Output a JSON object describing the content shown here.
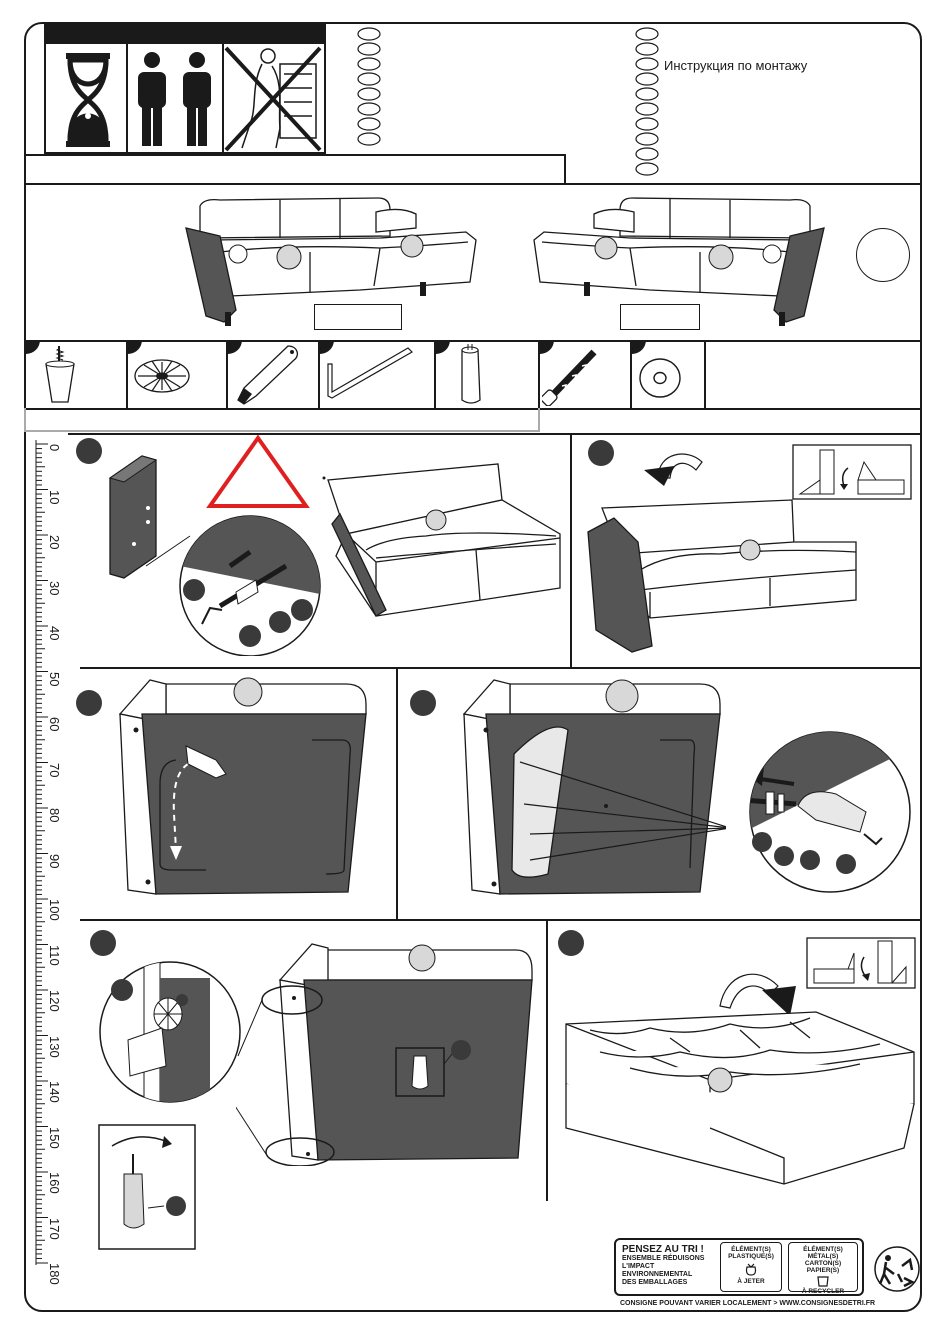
{
  "header": {
    "title_ru": "Инструкция по монтажу"
  },
  "ruler": {
    "labels": [
      "0",
      "10",
      "20",
      "30",
      "40",
      "50",
      "60",
      "70",
      "80",
      "90",
      "100",
      "110",
      "120",
      "130",
      "140",
      "150",
      "160",
      "170",
      "180"
    ]
  },
  "recycling": {
    "title": "PENSEZ AU TRI !",
    "subtitle_lines": [
      "ENSEMBLE RÉDUISONS",
      "L'IMPACT ENVIRONNEMENTAL",
      "DES EMBALLAGES"
    ],
    "col1_title": "ÉLÉMENT(S) PLASTIQUE(S)",
    "col1_action": "À JETER",
    "col2_title": "ÉLÉMENT(S) MÉTAL(S) CARTON(S) PAPIER(S)",
    "col2_action": "À RECYCLER",
    "footer": "CONSIGNE POUVANT VARIER LOCALEMENT > WWW.CONSIGNESDETRI.FR"
  },
  "colors": {
    "fabric_dark": "#555555",
    "warning_red": "#e02020",
    "part_gray": "#d8d8d8"
  },
  "icons": [
    "hourglass-icon",
    "two-persons-icon",
    "no-single-person-icon",
    "sofa-left-icon",
    "sofa-right-icon",
    "leg-icon",
    "glide-icon",
    "wrench-icon",
    "allen-key-icon",
    "cylinder-icon",
    "bolt-icon",
    "washer-icon",
    "warning-triangle-icon",
    "rotate-arrow-icon",
    "recycle-icon"
  ]
}
